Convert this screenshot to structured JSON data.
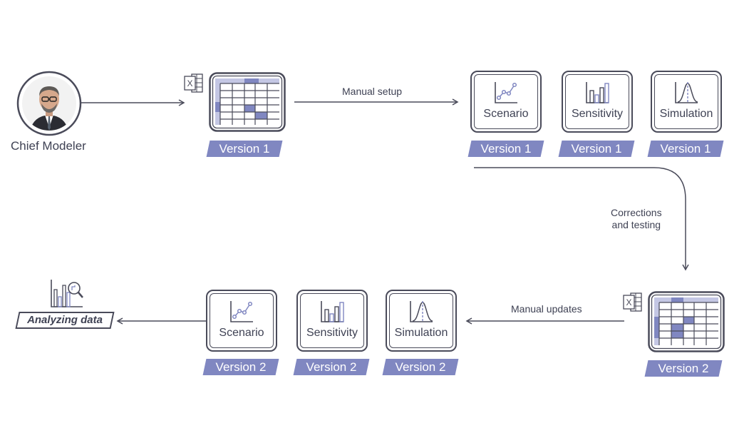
{
  "person": {
    "name": "Chief Modeler"
  },
  "arrows": {
    "manual_setup": "Manual setup",
    "corrections_line1": "Corrections",
    "corrections_line2": "and testing",
    "manual_updates": "Manual updates"
  },
  "version1": {
    "spreadsheet_badge": "Version 1",
    "cards": [
      {
        "title": "Scenario",
        "badge": "Version 1",
        "icon": "line-chart-icon"
      },
      {
        "title": "Sensitivity",
        "badge": "Version 1",
        "icon": "bar-chart-icon"
      },
      {
        "title": "Simulation",
        "badge": "Version 1",
        "icon": "bell-curve-icon"
      }
    ]
  },
  "version2": {
    "spreadsheet_badge": "Version 2",
    "cards": [
      {
        "title": "Scenario",
        "badge": "Version 2",
        "icon": "line-chart-icon"
      },
      {
        "title": "Sensitivity",
        "badge": "Version 2",
        "icon": "bar-chart-icon"
      },
      {
        "title": "Simulation",
        "badge": "Version 2",
        "icon": "bell-curve-icon"
      }
    ]
  },
  "output": {
    "label": "Analyzing data",
    "icon": "chart-magnifier-icon"
  },
  "colors": {
    "accent": "#8087c1",
    "line": "#4a4b5a",
    "text": "#3f4254"
  }
}
